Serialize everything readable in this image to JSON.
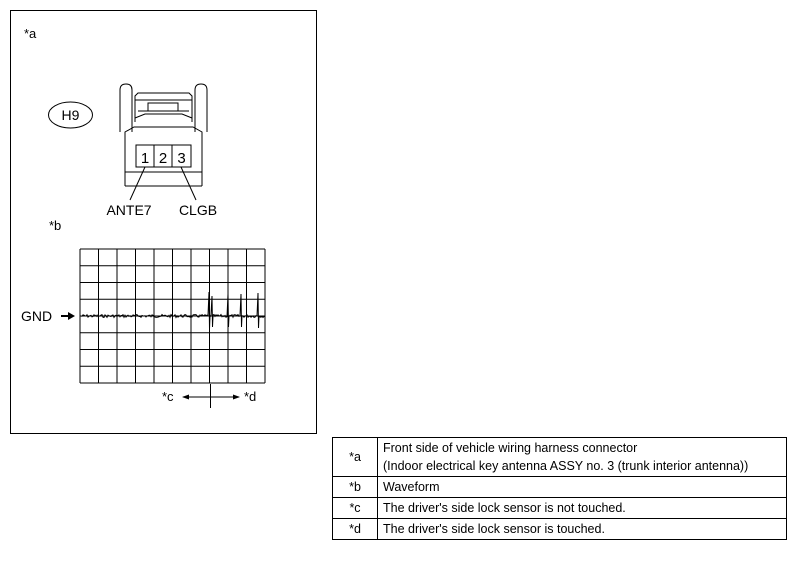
{
  "figure": {
    "label_a": "*a",
    "label_b": "*b",
    "connector_code": "H9",
    "pins": [
      "1",
      "2",
      "3"
    ],
    "pin_labels": [
      "ANTE7",
      "CLGB"
    ],
    "gnd_label": "GND",
    "marker_c": "*c",
    "marker_d": "*d"
  },
  "legend": [
    {
      "key": "*a",
      "text": "Front side of vehicle wiring harness connector\n(Indoor electrical key antenna ASSY no. 3 (trunk interior antenna))"
    },
    {
      "key": "*b",
      "text": "Waveform"
    },
    {
      "key": "*c",
      "text": "The driver's side lock sensor is not touched."
    },
    {
      "key": "*d",
      "text": "The driver's side lock sensor is touched."
    }
  ]
}
